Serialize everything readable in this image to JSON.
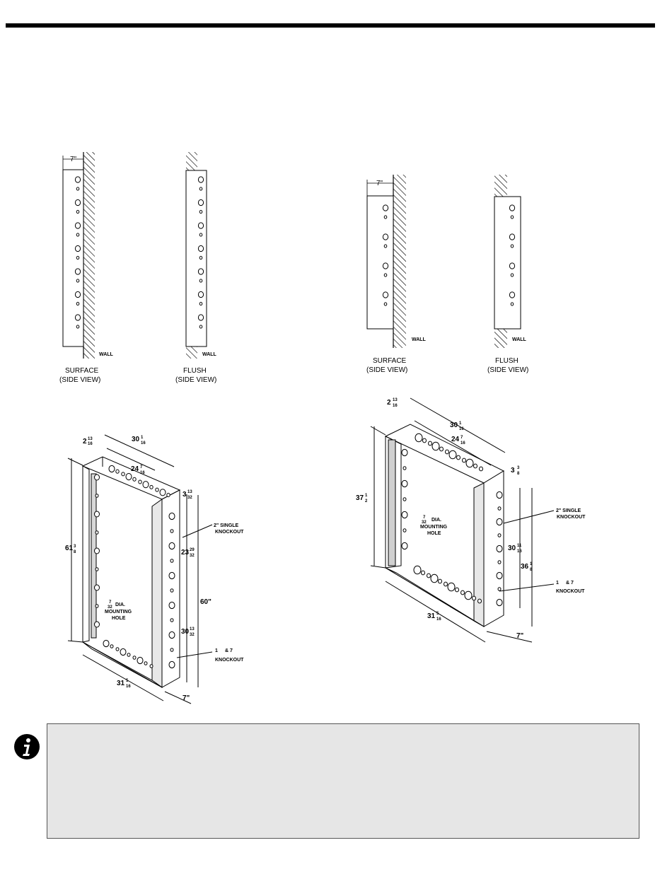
{
  "labels": {
    "wall": "WALL",
    "surface": "SURFACE",
    "flush": "FLUSH",
    "side_view": "(SIDE VIEW)",
    "depth_7": "7\""
  },
  "tall_cabinet": {
    "height_main": "61",
    "height_frac_num": "3",
    "height_frac_den": "8",
    "width_outer": "30",
    "width_outer_frac_num": "1",
    "width_outer_frac_den": "16",
    "width_inner": "24",
    "width_inner_frac_num": "7",
    "width_inner_frac_den": "16",
    "top_offset": "2",
    "top_offset_frac_num": "13",
    "top_offset_frac_den": "16",
    "side_top": "3",
    "side_top_frac_num": "13",
    "side_top_frac_den": "32",
    "upper_span": "23",
    "upper_span_frac_num": "29",
    "upper_span_frac_den": "32",
    "lower_span": "30",
    "lower_span_frac_num": "13",
    "lower_span_frac_den": "32",
    "total_span": "60\"",
    "bottom_width": "31",
    "bottom_width_frac_num": "5",
    "bottom_width_frac_den": "16",
    "depth": "7\"",
    "knockout_2": "2\" SINGLE",
    "knockout_2b": "KNOCKOUT",
    "knockout_small": "1",
    "knockout_small_b": "& 7",
    "knockout_small_c": "KNOCKOUT",
    "mounting_1": "DIA.",
    "mounting_2": "MOUNTING",
    "mounting_3": "HOLE",
    "mount_frac_num": "7",
    "mount_frac_den": "32"
  },
  "short_cabinet": {
    "height_main": "37",
    "height_frac_num": "1",
    "height_frac_den": "2",
    "width_outer": "30",
    "width_outer_frac_num": "1",
    "width_outer_frac_den": "16",
    "width_inner": "24",
    "width_inner_frac_num": "7",
    "width_inner_frac_den": "16",
    "top_offset": "2",
    "top_offset_frac_num": "13",
    "top_offset_frac_den": "16",
    "side_top": "3",
    "side_top_frac_num": "3",
    "side_top_frac_den": "8",
    "inner_span": "30",
    "inner_span_frac_num": "11",
    "inner_span_frac_den": "16",
    "outer_span": "36",
    "outer_span_frac_num": "1",
    "outer_span_frac_den": "8",
    "bottom_width": "31",
    "bottom_width_frac_num": "5",
    "bottom_width_frac_den": "16",
    "depth": "7\"",
    "knockout_2": "2\" SINGLE",
    "knockout_2b": "KNOCKOUT",
    "knockout_small": "1",
    "knockout_small_b": "& 7",
    "knockout_small_c": "KNOCKOUT",
    "mounting_1": "DIA.",
    "mounting_2": "MOUNTING",
    "mounting_3": "HOLE",
    "mount_frac_num": "7",
    "mount_frac_den": "32"
  },
  "info_icon": "info-icon"
}
